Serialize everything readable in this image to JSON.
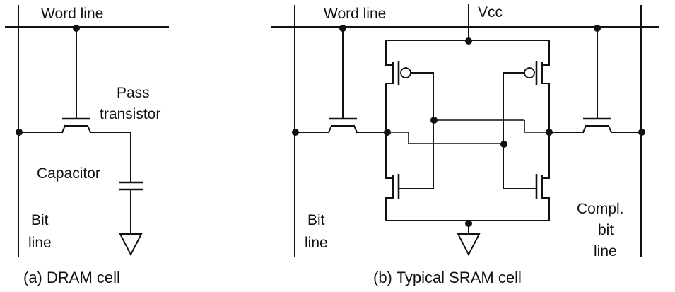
{
  "dram": {
    "word_line": "Word line",
    "pass_transistor_line1": "Pass",
    "pass_transistor_line2": "transistor",
    "capacitor": "Capacitor",
    "bit_line_line1": "Bit",
    "bit_line_line2": "line",
    "caption": "(a) DRAM cell"
  },
  "sram": {
    "word_line": "Word line",
    "vcc": "Vcc",
    "bit_line_line1": "Bit",
    "bit_line_line2": "line",
    "compl_line1": "Compl.",
    "compl_line2": "bit",
    "compl_line3": "line",
    "caption": "(b) Typical SRAM cell"
  },
  "colors": {
    "ink": "#111111",
    "background": "#ffffff"
  }
}
